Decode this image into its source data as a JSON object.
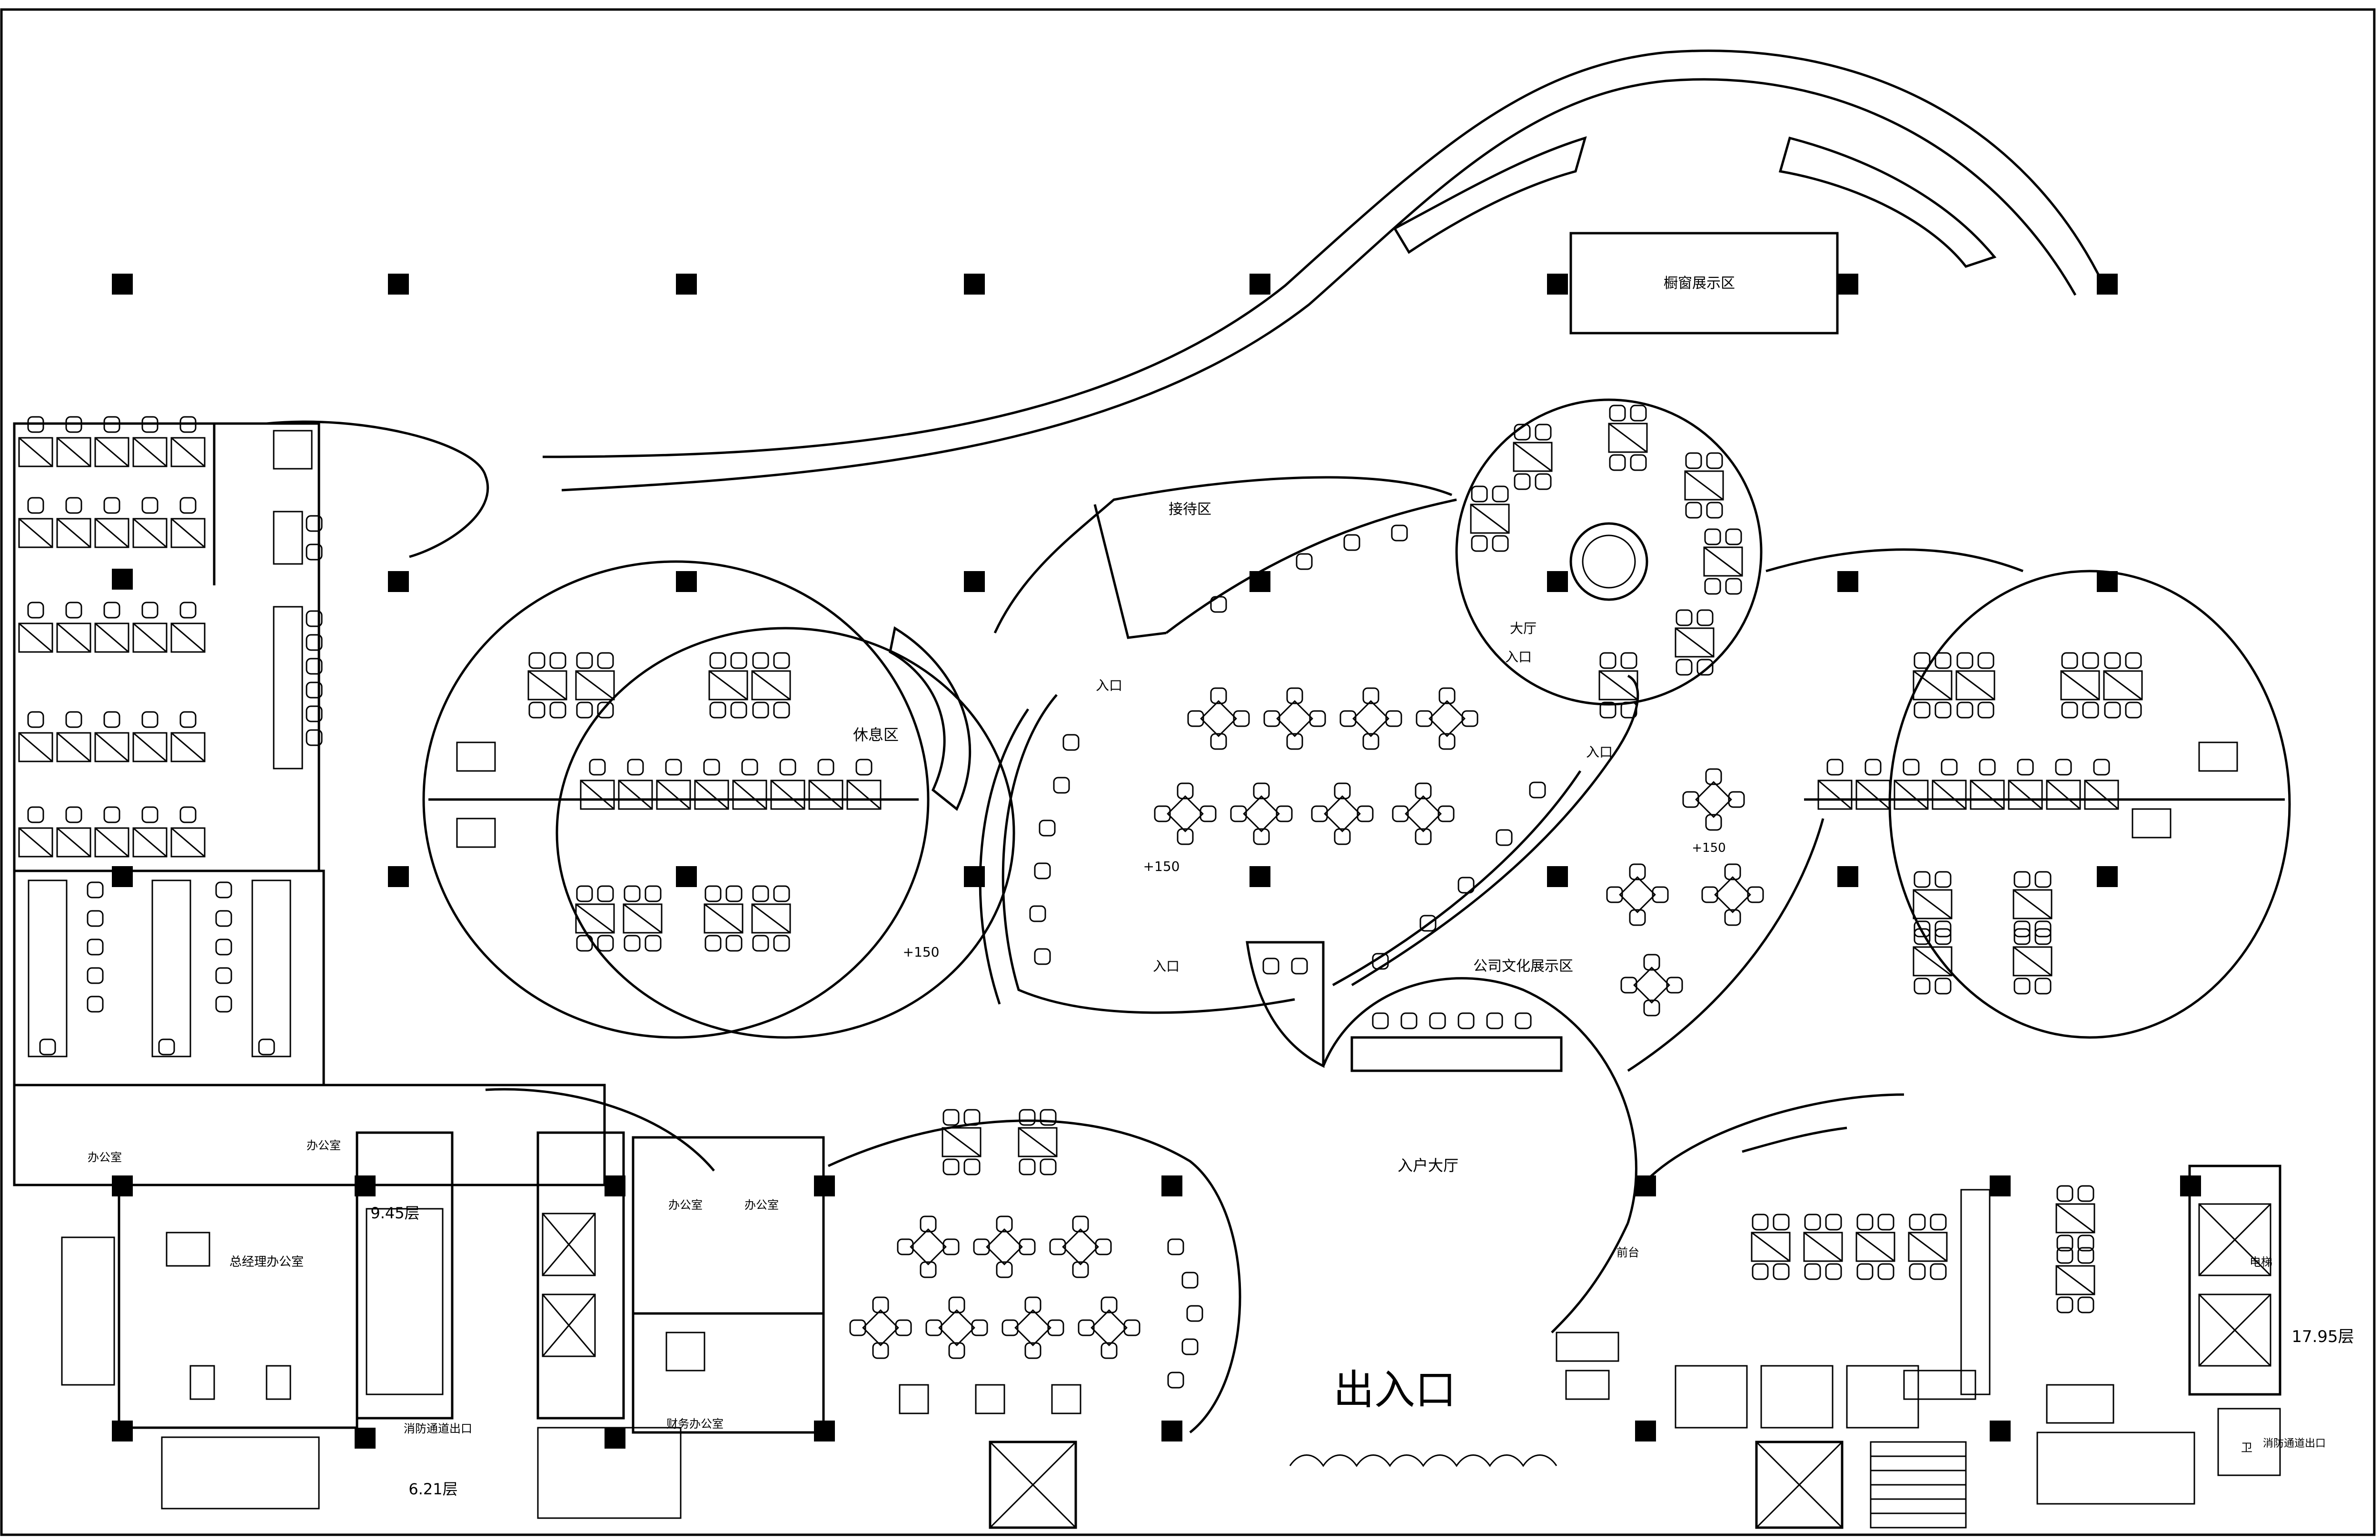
{
  "plan": {
    "labels": {
      "window_display": "橱窗展示区",
      "reception_area": "接待区",
      "rest_area": "休息区",
      "entrance_1": "入口",
      "entrance_2": "入口",
      "entrance_3": "入口",
      "entrance_4": "入口",
      "lobby": "大厅",
      "level_a": "+150",
      "level_b": "+150",
      "level_c": "+150",
      "culture_display": "公司文化展示区",
      "entrance_hall": "入户大厅",
      "main_exit": "出入口",
      "elevation_1": "6.21层",
      "elevation_2": "17.95层",
      "elevation_3": "9.45层",
      "office_1": "办公室",
      "office_2": "办公室",
      "office_3": "总经理办公室",
      "office_4": "办公室",
      "office_5": "办公室",
      "office_6": "财务办公室",
      "shaft": "前台",
      "fire_exit_1": "消防通道出口",
      "fire_exit_2": "消防通道出口",
      "elevator": "电梯",
      "wc": "卫"
    }
  }
}
